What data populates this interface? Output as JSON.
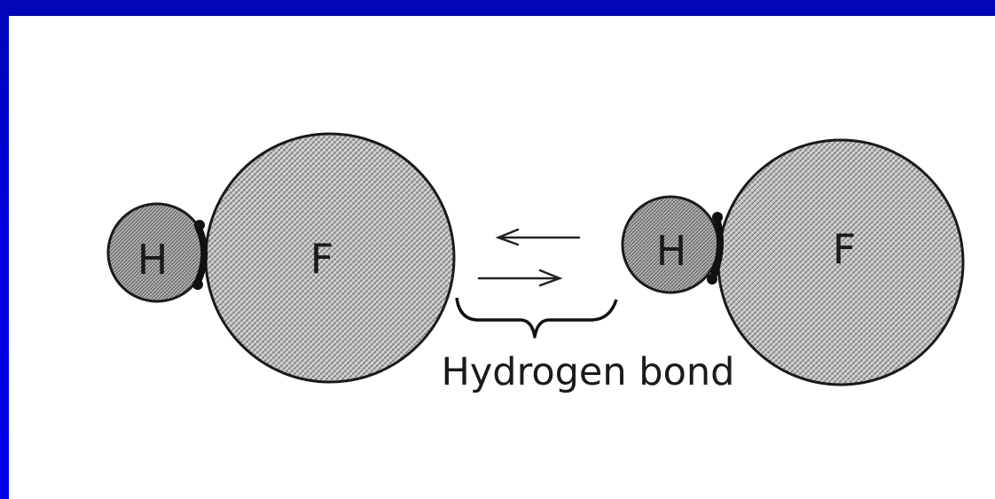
{
  "slide": {
    "background_color": "#0000d8",
    "panel_color": "#ffffff"
  },
  "diagram": {
    "molecule_left": {
      "small_atom_label": "H",
      "large_atom_label": "F"
    },
    "molecule_right": {
      "small_atom_label": "H",
      "large_atom_label": "F"
    },
    "bond_label": "Hydrogen bond",
    "hatch_color": "#9a9a9a",
    "outline_color": "#1a1a1a"
  }
}
